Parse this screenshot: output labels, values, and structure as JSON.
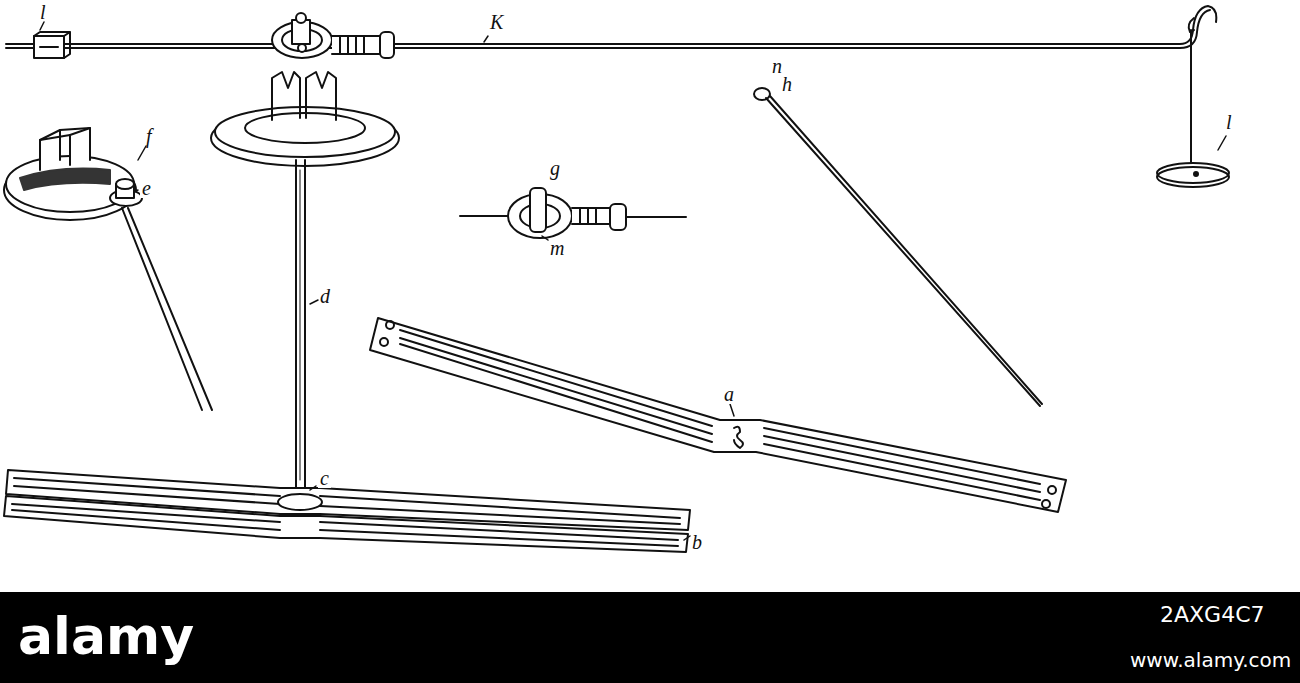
{
  "diagram": {
    "labels": [
      "l",
      "K",
      "l",
      "f",
      "n",
      "h",
      "e",
      "g",
      "d",
      "m",
      "a",
      "c",
      "b",
      "alamy",
      "2AXG4C7",
      "www.alamy.com"
    ]
  }
}
